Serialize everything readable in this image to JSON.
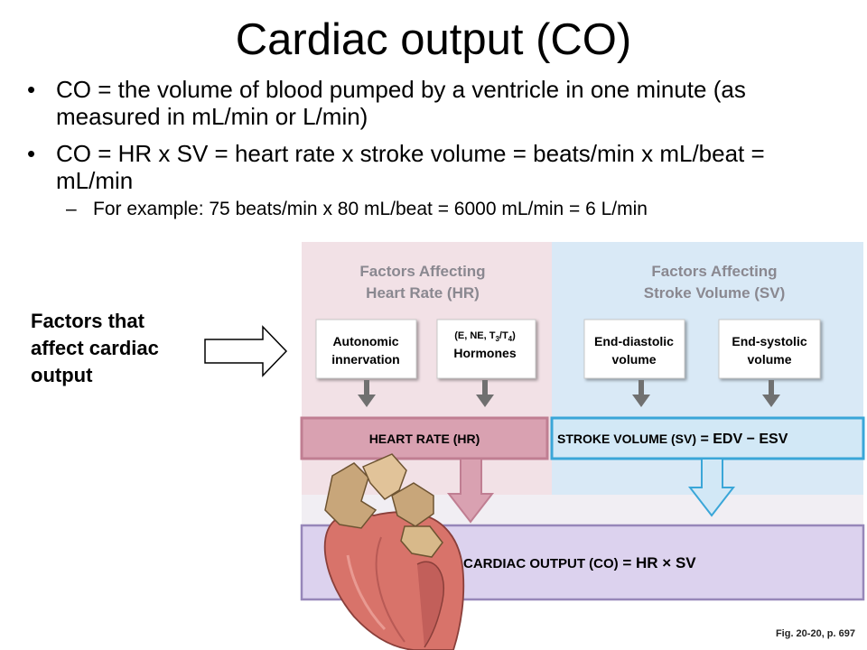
{
  "slide": {
    "title": "Cardiac output (CO)",
    "bullets": [
      {
        "marker": "•",
        "text": "CO = the volume of blood pumped by a ventricle in one minute (as measured in mL/min or L/min)"
      },
      {
        "marker": "•",
        "text": "CO = HR x SV = heart rate x stroke volume = beats/min x mL/beat = mL/min"
      }
    ],
    "sub_bullet": {
      "marker": "–",
      "text": "For example:  75 beats/min x 80 mL/beat = 6000 mL/min = 6 L/min"
    },
    "side_label": [
      "Factors that",
      "affect cardiac",
      "output"
    ],
    "figure_ref": "Fig. 20-20, p. 697"
  },
  "diagram": {
    "hr_panel": {
      "heading": [
        "Factors Affecting",
        "Heart Rate (HR)"
      ],
      "box_autonomic": [
        "Autonomic",
        "innervation"
      ],
      "box_hormones_tag": [
        "(E, NE, T",
        "3",
        "/T",
        "4",
        ")"
      ],
      "box_hormones": "Hormones",
      "result": "HEART RATE (HR)"
    },
    "sv_panel": {
      "heading": [
        "Factors Affecting",
        "Stroke Volume (SV)"
      ],
      "box_edv": [
        "End-diastolic",
        "volume"
      ],
      "box_esv": [
        "End-systolic",
        "volume"
      ],
      "result_part1": "STROKE VOLUME (SV)",
      "result_part2": " = EDV − ESV"
    },
    "output": {
      "part1": "CARDIAC OUTPUT (CO)",
      "part2": " = HR × SV"
    },
    "colors": {
      "hr_panel": "#f2e1e6",
      "sv_panel": "#d9e9f6",
      "hr_result": "#d9a1b1",
      "sv_result": "#d2e8f6",
      "output_box": "#dcd2ee",
      "heading_text": "#8a8890",
      "heart": "#d8736a",
      "valve": "#c8a67a"
    }
  }
}
